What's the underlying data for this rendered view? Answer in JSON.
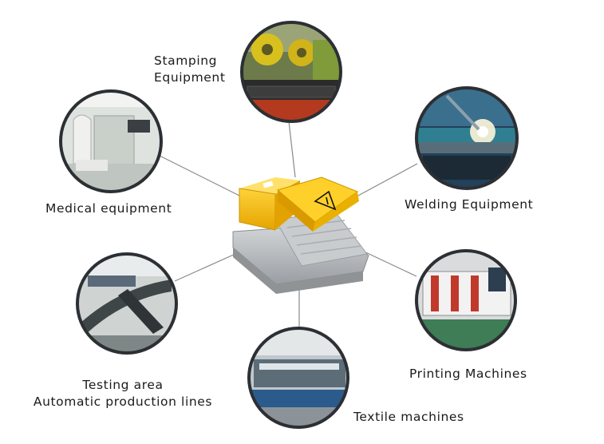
{
  "title": "",
  "nodes": [
    {
      "id": "stamping",
      "lines": [
        "Stamping",
        "Equipment"
      ],
      "icon": "stamping-press-photo"
    },
    {
      "id": "medical",
      "lines": [
        "Medical equipment"
      ],
      "icon": "medical-equipment-photo"
    },
    {
      "id": "welding",
      "lines": [
        "Welding Equipment"
      ],
      "icon": "welding-photo"
    },
    {
      "id": "testing",
      "lines": [
        "Testing area",
        "Automatic production lines"
      ],
      "icon": "conveyor-line-photo"
    },
    {
      "id": "printing",
      "lines": [
        "Printing Machines"
      ],
      "icon": "printing-machine-photo"
    },
    {
      "id": "textile",
      "lines": [
        "Textile machines"
      ],
      "icon": "textile-machine-photo"
    }
  ],
  "center": {
    "icon": "foot-pedal-switch"
  },
  "colors": {
    "pedal_yellow": "#f5b800",
    "pedal_base": "#b9bcbf",
    "ring": "#2c2f33",
    "line": "#8a8a8a"
  }
}
